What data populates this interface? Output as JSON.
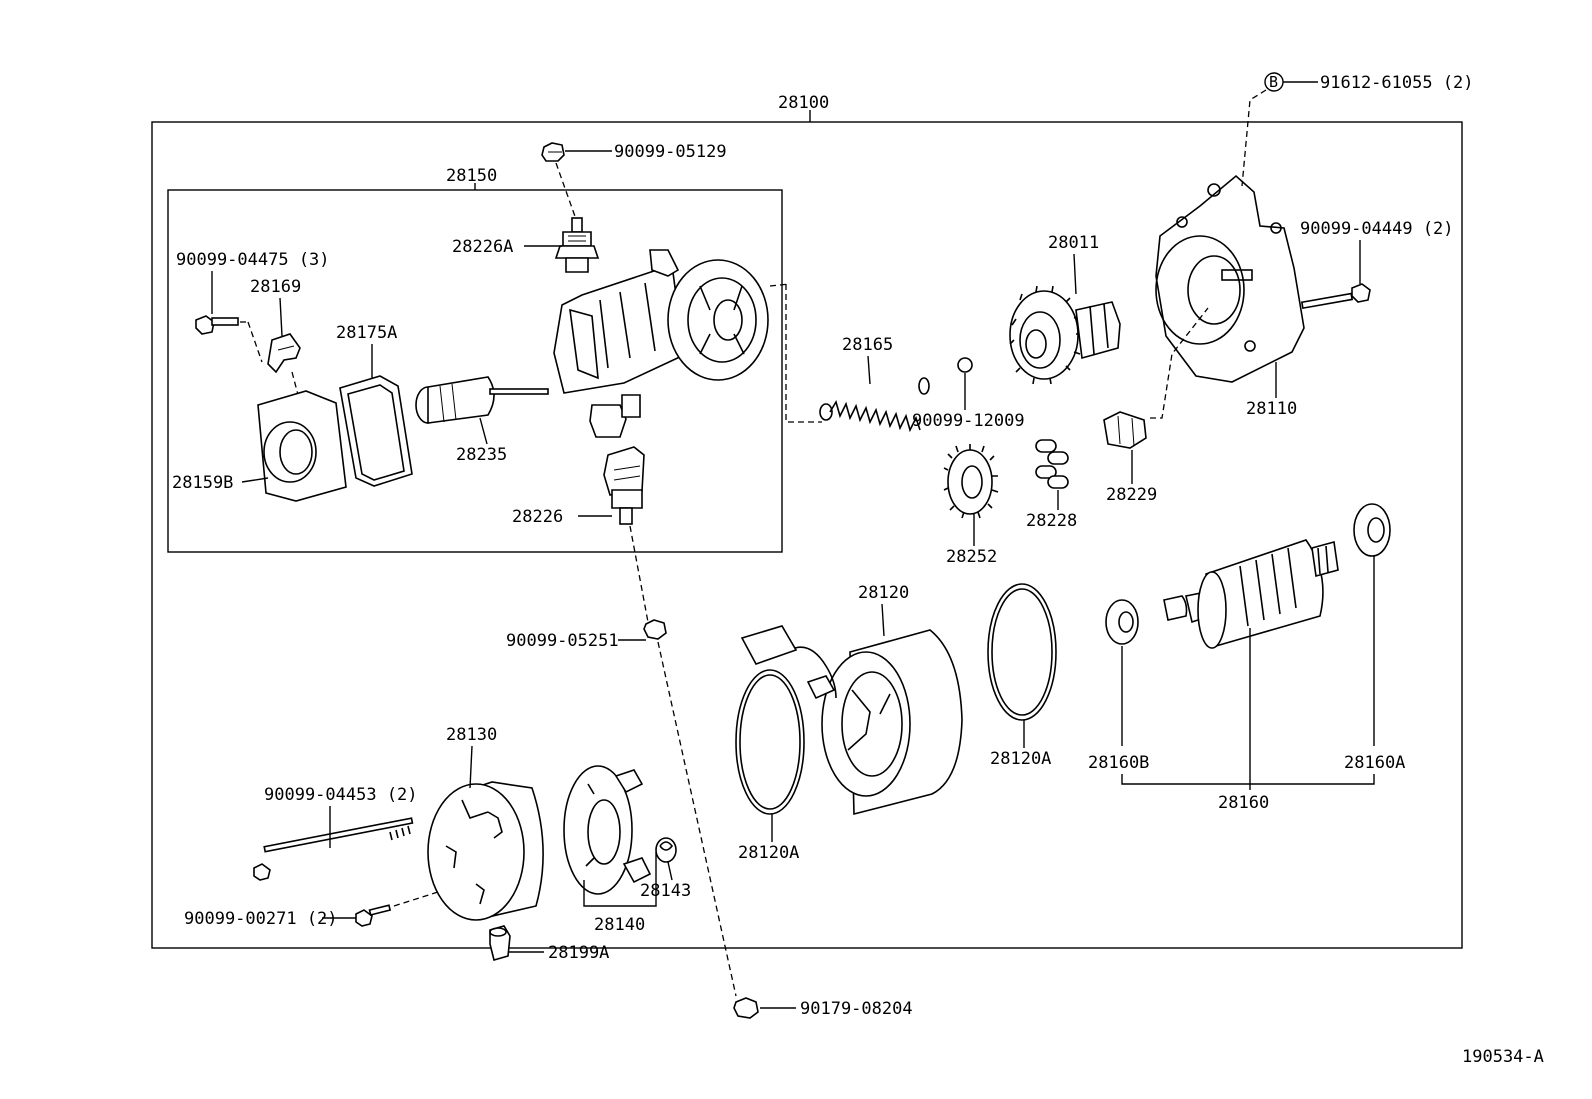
{
  "diagram_id": "190534-A",
  "assembly_labels": {
    "starter_assy": "28100",
    "switch_assy": "28150",
    "armature_assy": "28160"
  },
  "callouts": {
    "c28100": "28100",
    "c28150": "28150",
    "c90099_05129": "90099-05129",
    "c28226A": "28226A",
    "c90099_04475": "90099-04475 (3)",
    "c28169": "28169",
    "c28175A": "28175A",
    "c28235": "28235",
    "c28159B": "28159B",
    "c28226": "28226",
    "c28165": "28165",
    "c90099_12009": "90099-12009",
    "c28011": "28011",
    "c91612_61055": "91612-61055 (2)",
    "c90099_04449": "90099-04449 (2)",
    "c28110": "28110",
    "c28229": "28229",
    "c28228": "28228",
    "c28252": "28252",
    "c90099_05251": "90099-05251",
    "c28120": "28120",
    "c28120A_ring1": "28120A",
    "c28120A_ring2": "28120A",
    "c28160B": "28160B",
    "c28160A": "28160A",
    "c28160": "28160",
    "c28130": "28130",
    "c90099_04453": "90099-04453 (2)",
    "c90099_00271": "90099-00271 (2)",
    "c28143": "28143",
    "c28140": "28140",
    "c28199A": "28199A",
    "c90179_08204": "90179-08204",
    "ref_letter": "B"
  }
}
